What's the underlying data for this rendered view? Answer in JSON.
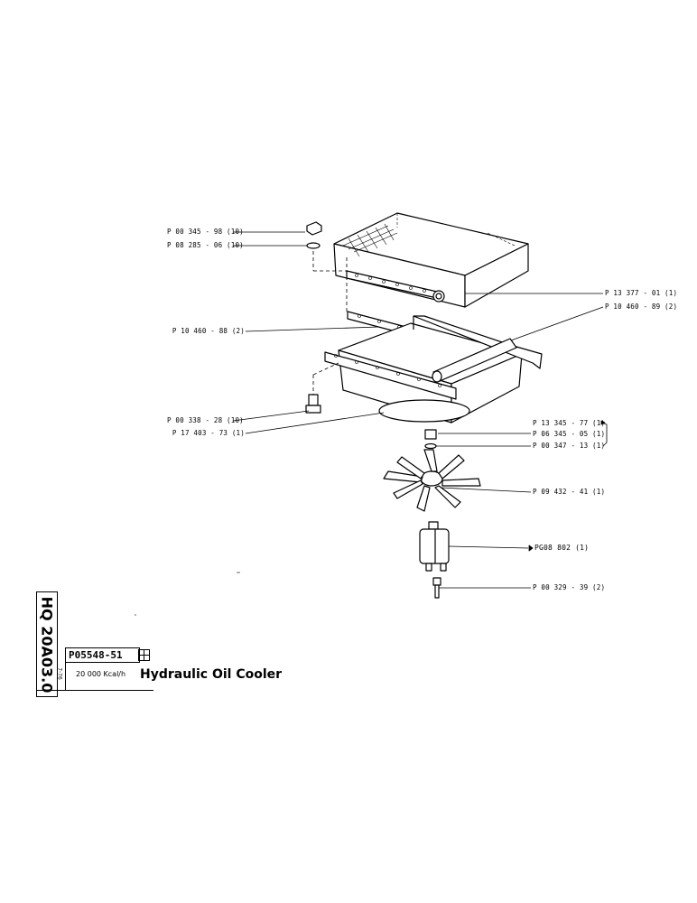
{
  "labels": {
    "l1": "P 00 345 - 98 (10)",
    "l2": "P 08 285 - 06 (10)",
    "l3": "P 10 460 - 88 (2)",
    "l4": "P 00 338 - 28 (10)",
    "l5": "P 17 403 - 73 (1)",
    "r1": "P 13 377 - 01 (1)",
    "r2": "P 10 460 - 89 (2)",
    "r3": "P 13 345 - 77 (1)",
    "r4": "P 06 345 - 05 (1)",
    "r5": "P 00 347 - 13 (1)",
    "r6": "P 09 432 - 41 (1)",
    "r7": "PG08 802 (1)",
    "r8": "P 00 329 - 39 (2)"
  },
  "title_block": {
    "code": "HQ 20A03.0",
    "date": "7-76",
    "part_number": "P05548-51",
    "power": "20 000  Kcal/h",
    "title": "Hydraulic Oil Cooler"
  }
}
